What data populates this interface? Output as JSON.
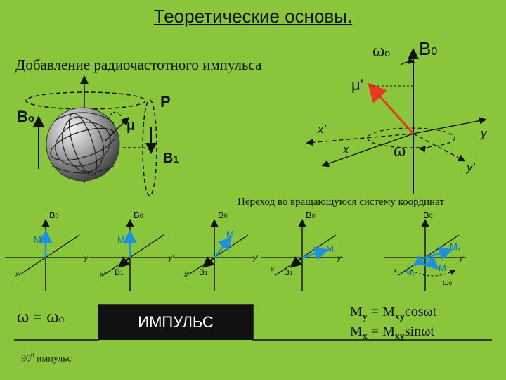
{
  "slide": {
    "title": "Теоретические основы.",
    "subtitle": "Добавление радиочастотного импульса",
    "transition_caption": "Переход во вращающуюся систему координат"
  },
  "sphere_diagram": {
    "b0_label": "B",
    "b0_sub": "o",
    "p_label": "P",
    "mu_label": "μ",
    "b1_label": "B",
    "b1_sub": "1"
  },
  "rotating_frame": {
    "omega0_label": "ω",
    "omega0_sub": "o",
    "b0_label": "B",
    "b0_sub": "0",
    "mu_prime_label": "μ'",
    "x_prime_label": "x'",
    "x_label": "x",
    "omega_label": "ω",
    "y_label": "y",
    "y_prime_label": "y'"
  },
  "frames": [
    {
      "b0": "B",
      "b0_sub": "0",
      "m": "M",
      "x": "x'",
      "y": "y'",
      "b1": ""
    },
    {
      "b0": "B",
      "b0_sub": "0",
      "m": "M",
      "x": "x'",
      "y": "y'",
      "b1": "B",
      "b1_sub": "1"
    },
    {
      "b0": "B",
      "b0_sub": "0",
      "m": "M",
      "x": "x'",
      "y": "y'",
      "b1": "B",
      "b1_sub": "1"
    },
    {
      "b0": "B",
      "b0_sub": "0",
      "m": "M",
      "x": "x'",
      "y": "y",
      "b1": "B",
      "b1_sub": "1"
    },
    {
      "b0": "B",
      "b0_sub": "0",
      "m": "M",
      "m_sub": "y",
      "mx": "M",
      "mx_sub": "x",
      "m2": "M",
      "x": "x",
      "y": "y",
      "omega": "ω",
      "omega_sub": "o"
    }
  ],
  "bottom": {
    "omega_eq": "ω = ω",
    "omega_eq_sub": "o",
    "pulse_label": "ИМПУЛЬС",
    "pulse_90": "90",
    "pulse_90_sup": "0",
    "pulse_90_text": "импульс",
    "formula1": {
      "lhs": "M",
      "lhs_sub": "y",
      "eq": " = M",
      "rhs_sub": "xy",
      "tail": "cosωt"
    },
    "formula2": {
      "lhs": "M",
      "lhs_sub": "x",
      "eq": " = M",
      "rhs_sub": "xy",
      "tail": "sinωt"
    }
  },
  "colors": {
    "background": "#8ac63b",
    "vector_red": "#e8391e",
    "vector_blue": "#1f8fe0",
    "axis": "#111111",
    "pulse_box": "#111111"
  }
}
